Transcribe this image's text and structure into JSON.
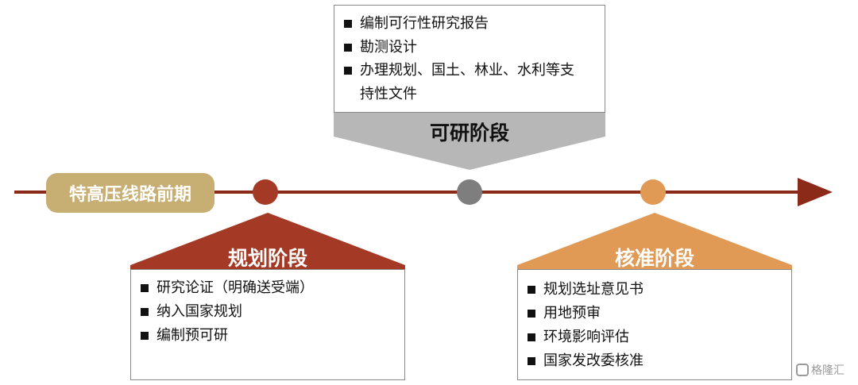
{
  "start_label": "特高压线路前期",
  "stages": {
    "study": {
      "title": "可研阶段",
      "items": [
        "编制可行性研究报告",
        "勘测设计",
        "办理规划、国土、林业、水利等支",
        "持性文件"
      ],
      "color": "#b7b7b7"
    },
    "plan": {
      "title": "规划阶段",
      "items": [
        "研究论证（明确送受端）",
        "纳入国家规划",
        "编制预可研"
      ],
      "color": "#a43a25"
    },
    "approve": {
      "title": "核准阶段",
      "items": [
        "规划选址意见书",
        "用地预审",
        "环境影响评估",
        "国家发改委核准"
      ],
      "color": "#e09a55"
    }
  },
  "watermark": "格隆汇"
}
